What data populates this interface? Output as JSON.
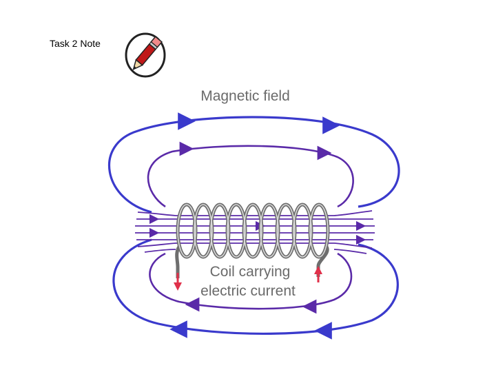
{
  "note": {
    "label": "Task 2 Note",
    "icon": "pencil-icon"
  },
  "diagram": {
    "title": "Magnetic field",
    "coil_label_line1": "Coil carrying",
    "coil_label_line2": "electric current",
    "colors": {
      "field_outer": "#3a3acc",
      "field_inner": "#5a2aa8",
      "coil": "#6e6e6e",
      "current_arrow": "#e0304a",
      "caption": "#6a6a6a"
    }
  }
}
